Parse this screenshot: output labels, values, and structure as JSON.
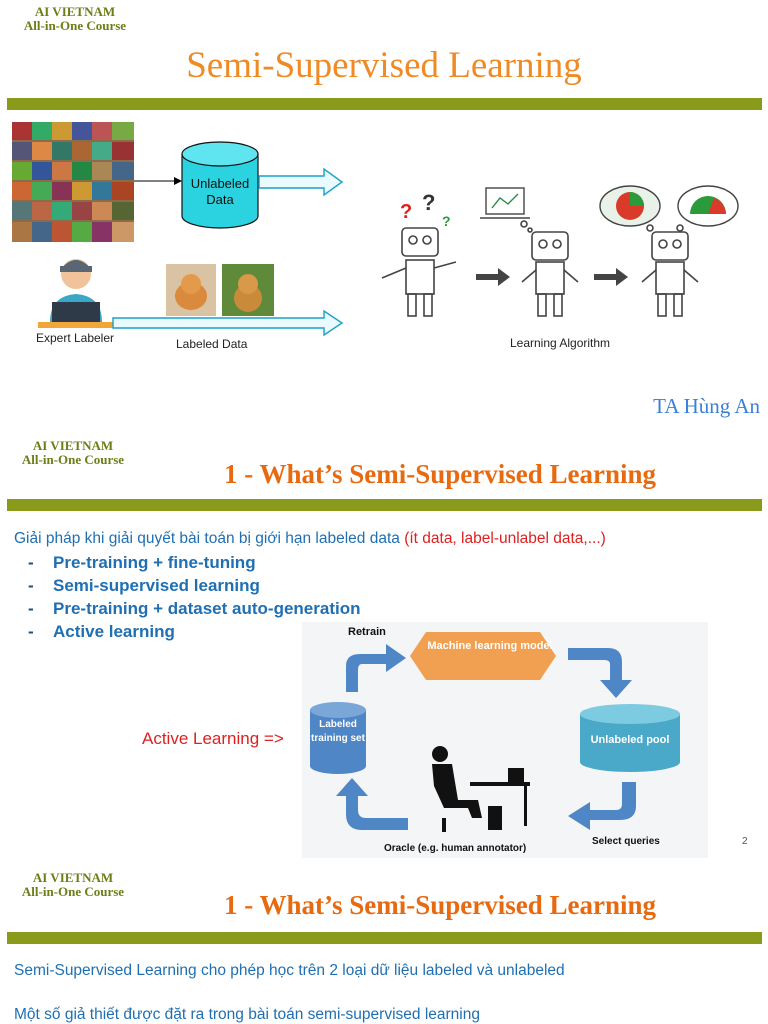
{
  "slide1": {
    "brand_line1": "AI VIETNAM",
    "brand_line2": "All-in-One Course",
    "title": "Semi-Supervised Learning",
    "unlabeled_data": "Unlabeled Data",
    "expert_labeler": "Expert Labeler",
    "labeled_data": "Labeled Data",
    "learning_algorithm": "Learning Algorithm",
    "author": "TA Hùng An"
  },
  "slide2": {
    "brand_line1": "AI VIETNAM",
    "brand_line2": "All-in-One Course",
    "title": "1 - What’s Semi-Supervised Learning",
    "intro": "Giải pháp khi giải quyết bài toán bị giới hạn labeled data ",
    "intro_red": "(ít data, label-unlabel data,...)",
    "bullets": [
      {
        "dash": "-",
        "text": "Pre-training + fine-tuning"
      },
      {
        "dash": "-",
        "text": "Semi-supervised learning"
      },
      {
        "dash": "-",
        "text": "Pre-training + dataset auto-generation"
      },
      {
        "dash": "-",
        "text": "Active learning"
      }
    ],
    "active_learning_label": "Active Learning =>",
    "diagram": {
      "retrain": "Retrain",
      "ml_model": "Machine learning model",
      "unlabeled_pool": "Unlabeled pool",
      "labeled_set": "Labeled training set",
      "oracle": "Oracle (e.g. human annotator)",
      "select_queries": "Select queries"
    },
    "page_number": "2"
  },
  "slide3": {
    "brand_line1": "AI VIETNAM",
    "brand_line2": "All-in-One Course",
    "title": "1 - What’s Semi-Supervised Learning",
    "line1": "Semi-Supervised Learning cho phép học trên 2 loại dữ liệu labeled và unlabeled",
    "line2": "Một số giả thiết được đặt ra trong bài toán semi-supervised learning"
  },
  "colors": {
    "olive": "#8a9a1b",
    "orange": "#f08a24",
    "blue": "#1f6fb2",
    "red": "#e02020",
    "diagram_blue": "#4f86c6",
    "diagram_orange": "#f0a050"
  }
}
